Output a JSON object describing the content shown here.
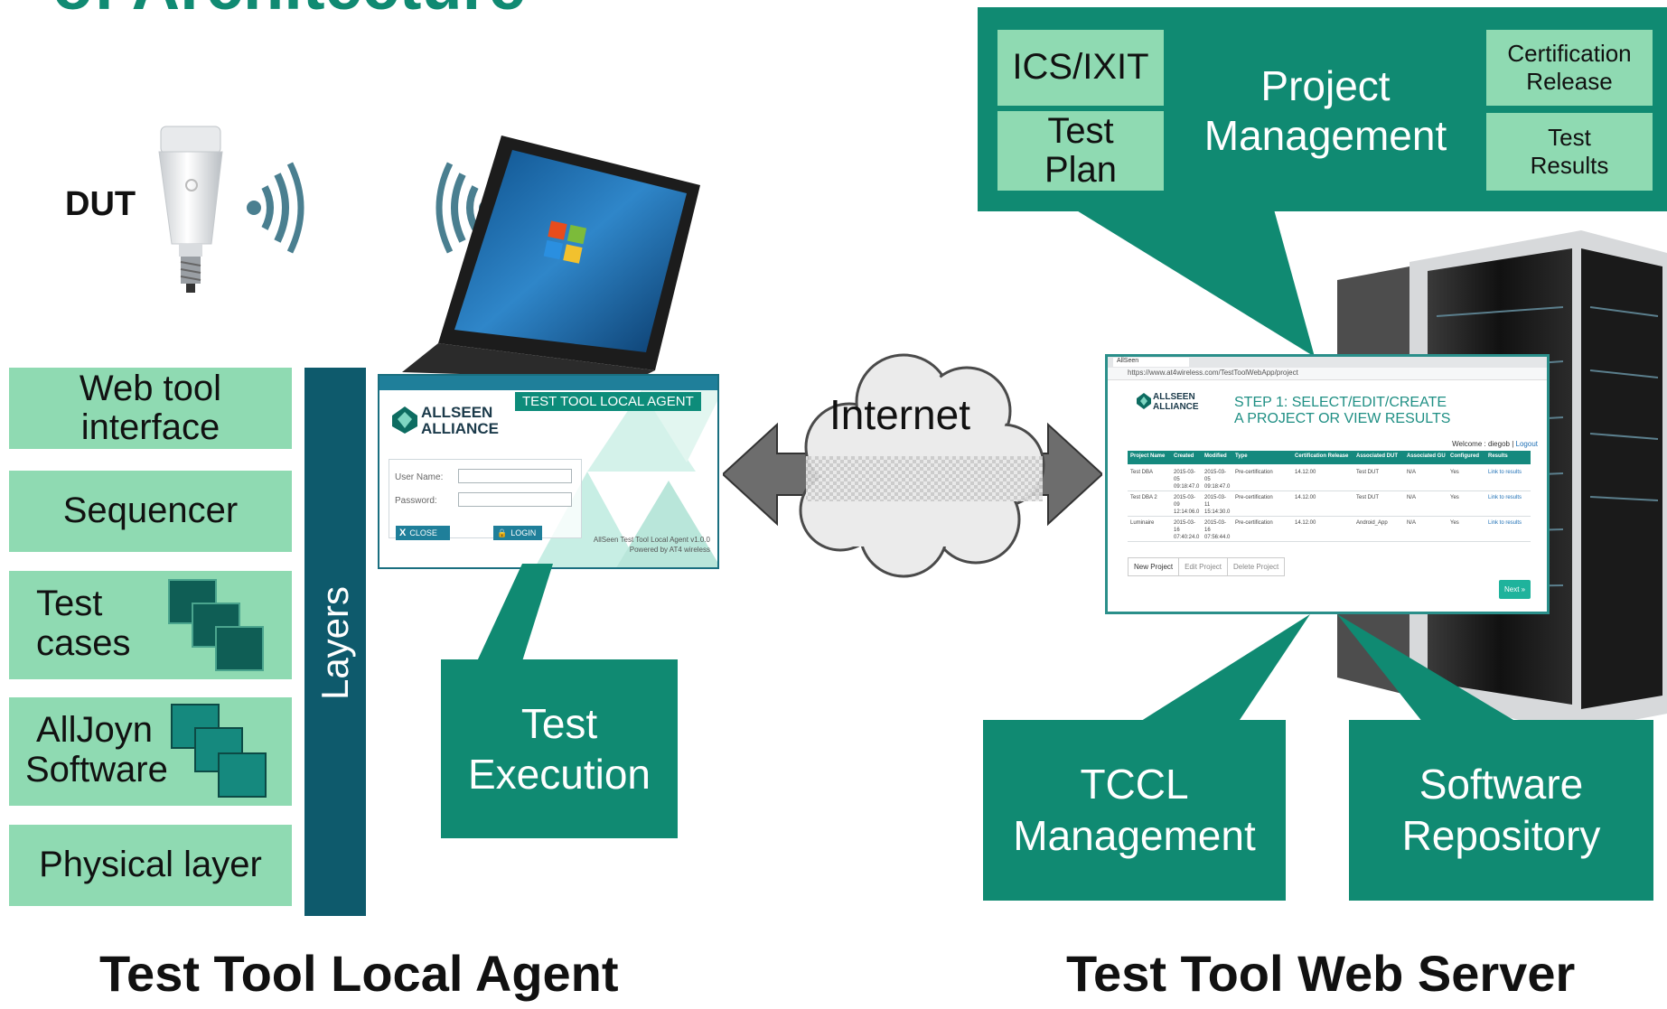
{
  "header": {
    "title_fragment": "of Architecture"
  },
  "dut_label": "DUT",
  "layers": {
    "label": "Layers",
    "items": [
      "Web tool interface",
      "Sequencer",
      "Test cases",
      "AllJoyn Software",
      "Physical layer"
    ],
    "web_tool_line1": "Web tool",
    "web_tool_line2": "interface",
    "test_cases_line1": "Test",
    "test_cases_line2": "cases",
    "alljoyn_line1": "AllJoyn",
    "alljoyn_line2": "Software"
  },
  "local_agent_window": {
    "brand_line1": "ALLSEEN",
    "brand_line2": "ALLIANCE",
    "banner": "TEST TOOL LOCAL AGENT",
    "username_label": "User Name:",
    "password_label": "Password:",
    "close_label": "CLOSE",
    "login_label": "LOGIN",
    "footer_line1": "AllSeen Test Tool Local Agent v1.0.0",
    "footer_line2": "Powered by AT4 wireless"
  },
  "callouts": {
    "test_execution_line1": "Test",
    "test_execution_line2": "Execution",
    "project_management_line1": "Project",
    "project_management_line2": "Management",
    "ics_ixit": "ICS/IXIT",
    "test_plan_line1": "Test",
    "test_plan_line2": "Plan",
    "cert_release_line1": "Certification",
    "cert_release_line2": "Release",
    "test_results_line1": "Test",
    "test_results_line2": "Results",
    "tccl_line1": "TCCL",
    "tccl_line2": "Management",
    "software_line1": "Software",
    "software_line2": "Repository"
  },
  "internet_label": "Internet",
  "web_app": {
    "tab_label": "AllSeen",
    "url": "https://www.at4wireless.com/TestToolWebApp/project",
    "brand_line1": "ALLSEEN",
    "brand_line2": "ALLIANCE",
    "step_line1": "STEP 1: SELECT/EDIT/CREATE",
    "step_line2": "A PROJECT OR VIEW RESULTS",
    "welcome": "Welcome : diegob",
    "logout": "Logout",
    "columns": [
      "Project Name",
      "Created",
      "Modified",
      "Type",
      "Certification Release",
      "Associated DUT",
      "Associated GU",
      "Configured",
      "Results"
    ],
    "rows": [
      [
        "Test DBA",
        "2015-03-05 09:18:47.0",
        "2015-03-05 09:18:47.0",
        "Pre-certification",
        "14.12.00",
        "Test DUT",
        "N/A",
        "Yes",
        "Link to results"
      ],
      [
        "Test DBA 2",
        "2015-03-09 12:14:06.0",
        "2015-03-11 15:14:30.0",
        "Pre-certification",
        "14.12.00",
        "Test DUT",
        "N/A",
        "Yes",
        "Link to results"
      ],
      [
        "Luminaire",
        "2015-03-16 07:40:24.0",
        "2015-03-16 07:56:44.0",
        "Pre-certification",
        "14.12.00",
        "Android_App",
        "N/A",
        "Yes",
        "Link to results"
      ]
    ],
    "buttons": [
      "New Project",
      "Edit Project",
      "Delete Project"
    ],
    "next_label": "Next »"
  },
  "footer": {
    "left_title": "Test Tool Local Agent",
    "right_title": "Test Tool Web Server"
  },
  "colors": {
    "dark_green": "#108a72",
    "light_green": "#8fdab2",
    "layers_bar": "#0e5a6c",
    "web_teal": "#2a8f8a"
  }
}
